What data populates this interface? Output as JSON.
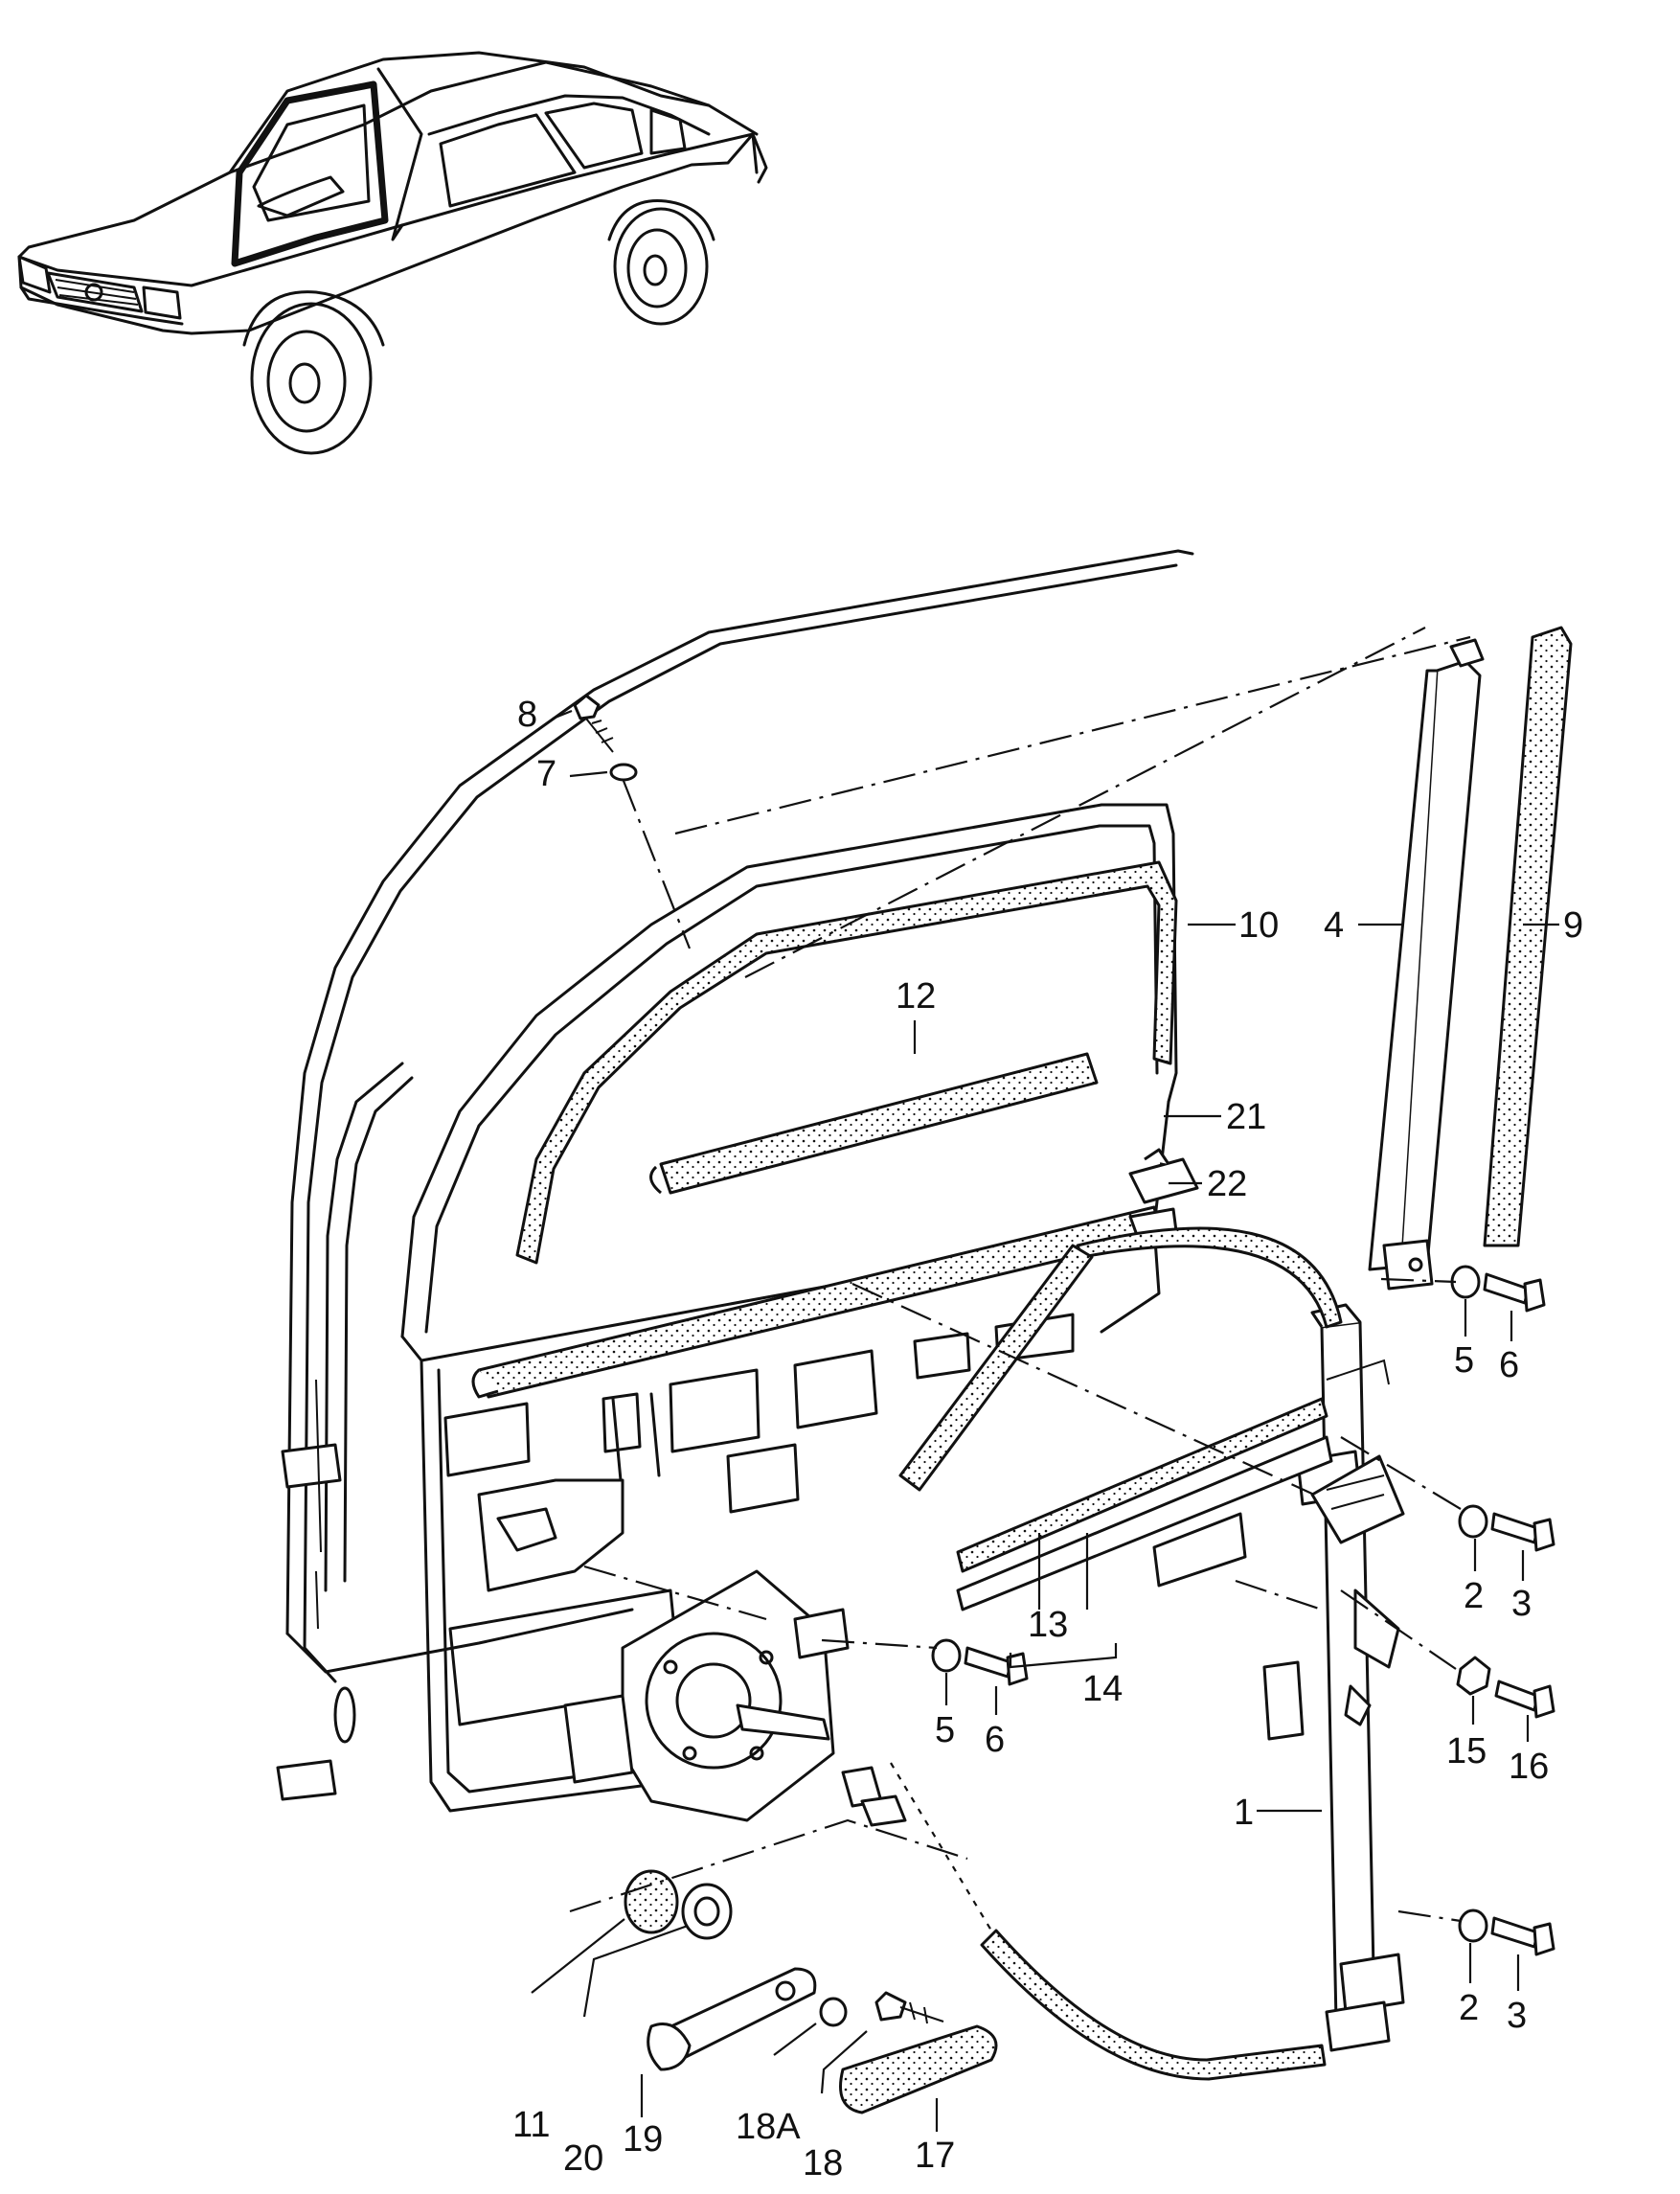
{
  "diagram": {
    "callouts": [
      {
        "id": "c1",
        "label": "1"
      },
      {
        "id": "c2a",
        "label": "2"
      },
      {
        "id": "c2b",
        "label": "2"
      },
      {
        "id": "c3a",
        "label": "3"
      },
      {
        "id": "c3b",
        "label": "3"
      },
      {
        "id": "c4",
        "label": "4"
      },
      {
        "id": "c5a",
        "label": "5"
      },
      {
        "id": "c5b",
        "label": "5"
      },
      {
        "id": "c6a",
        "label": "6"
      },
      {
        "id": "c6b",
        "label": "6"
      },
      {
        "id": "c7",
        "label": "7"
      },
      {
        "id": "c8",
        "label": "8"
      },
      {
        "id": "c9",
        "label": "9"
      },
      {
        "id": "c10",
        "label": "10"
      },
      {
        "id": "c11",
        "label": "11"
      },
      {
        "id": "c12",
        "label": "12"
      },
      {
        "id": "c13",
        "label": "13"
      },
      {
        "id": "c14",
        "label": "14"
      },
      {
        "id": "c15",
        "label": "15"
      },
      {
        "id": "c16",
        "label": "16"
      },
      {
        "id": "c17",
        "label": "17"
      },
      {
        "id": "c18",
        "label": "18"
      },
      {
        "id": "c18A",
        "label": "18A"
      },
      {
        "id": "c19",
        "label": "19"
      },
      {
        "id": "c20",
        "label": "20"
      },
      {
        "id": "c21",
        "label": "21"
      },
      {
        "id": "c22",
        "label": "22"
      }
    ]
  }
}
